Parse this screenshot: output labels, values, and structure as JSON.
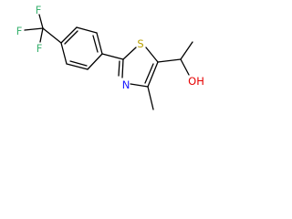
{
  "molecule": {
    "atoms": {
      "fluorine_top": {
        "symbol": "F",
        "color": "#3cb371"
      },
      "fluorine_left": {
        "symbol": "F",
        "color": "#3cb371"
      },
      "fluorine_bottom": {
        "symbol": "F",
        "color": "#3cb371"
      },
      "thiazole_sulfur": {
        "symbol": "S",
        "color": "#b8a000"
      },
      "thiazole_nitrogen": {
        "symbol": "N",
        "color": "#1a1aff"
      },
      "hydroxyl": {
        "symbol": "OH",
        "color": "#e60000"
      }
    }
  }
}
